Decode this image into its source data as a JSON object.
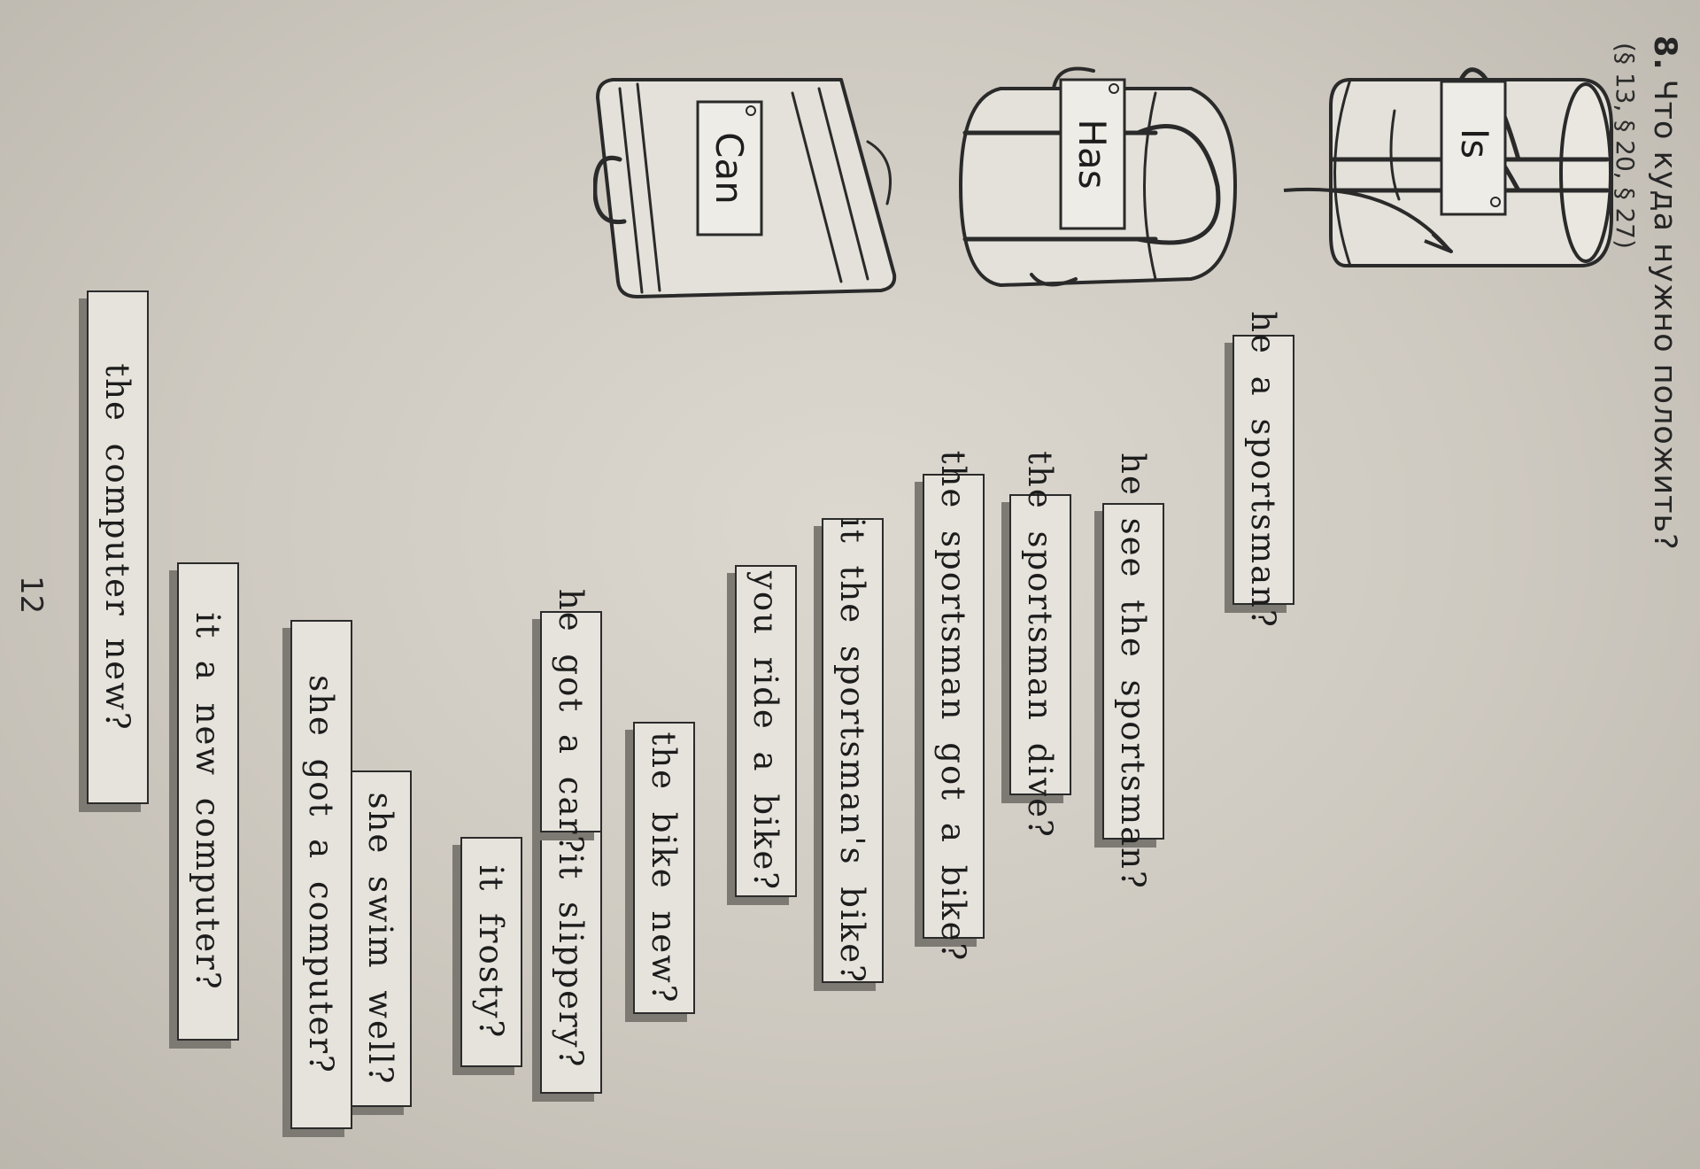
{
  "exercise": {
    "number": "8.",
    "instruction": "Что куда нужно положить?",
    "references": "(§ 13, § 20, § 27)"
  },
  "bags": {
    "is": {
      "tag": "Is"
    },
    "has": {
      "tag": "Has"
    },
    "can": {
      "tag": "Can"
    }
  },
  "cards": [
    "he a sportsman?",
    "he see the sportsman?",
    "the sportsman dive?",
    "the sportsman got a bike?",
    "it the sportsman's bike?",
    "you ride a bike?",
    "the bike new?",
    "it slippery?",
    "he got a car?",
    "it frosty?",
    "she swim well?",
    "she got a computer?",
    "it a new computer?",
    "the computer new?"
  ],
  "page_number": "12"
}
